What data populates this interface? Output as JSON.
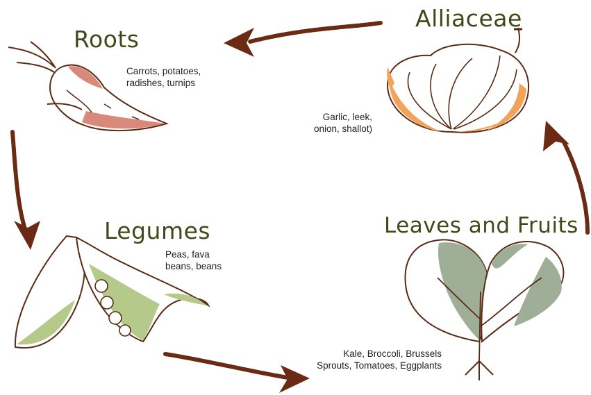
{
  "stages": {
    "roots": {
      "title": "Roots",
      "desc_line1": "Carrots, potatoes,",
      "desc_line2": "radishes, turnips"
    },
    "alliaceae": {
      "title": "Alliaceae",
      "desc_line1": "Garlic, leek,",
      "desc_line2": "onion, shallot)"
    },
    "legumes": {
      "title": "Legumes",
      "desc_line1": "Peas, fava",
      "desc_line2": "beans, beans"
    },
    "leaves": {
      "title": "Leaves and Fruits",
      "desc_line1": "Kale, Broccoli, Brussels",
      "desc_line2": "Sprouts, Tomatoes, Eggplants"
    }
  },
  "colors": {
    "title": "#3f4a1a",
    "arrow": "#6b2a14",
    "outline": "#5a2a14",
    "carrot": "#d9897a",
    "onion": "#f2a35a",
    "pea": "#b5c98a",
    "leaf": "#9fae96"
  },
  "icons": [
    "carrot-icon",
    "onion-icon",
    "pea-pod-icon",
    "leaf-icon"
  ]
}
